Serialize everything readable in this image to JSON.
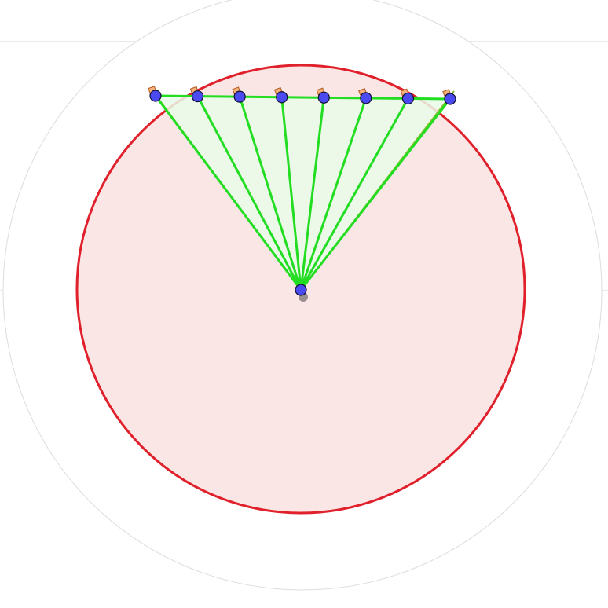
{
  "diagram": {
    "type": "sensor-coverage",
    "beam_count": 8,
    "colors": {
      "background": "#ffffff",
      "grid_line": "#d6d6d6",
      "range_ring_stroke": "#dcdcdc",
      "outer_ring_fill": "#ffffff",
      "coverage_fill": "#fbe6e6",
      "coverage_stroke": "#e0202a",
      "center_disc_fill": "#e2d6d6",
      "fan_fill": "#e9fbe9",
      "fan_edge_stroke": "#7fc02a",
      "beam_stroke": "#22dd22",
      "endpoint_fill": "#4a4af0",
      "endpoint_stroke": "#111133",
      "marker_fill": "#f6b07a",
      "marker_stroke": "#b05a20",
      "origin_fill": "#4a4af0",
      "origin_shadow": "#9a9090"
    },
    "icons": {
      "endpoint": "circle-marker",
      "tip_marker": "square-marker",
      "origin": "sensor-origin-marker"
    }
  }
}
